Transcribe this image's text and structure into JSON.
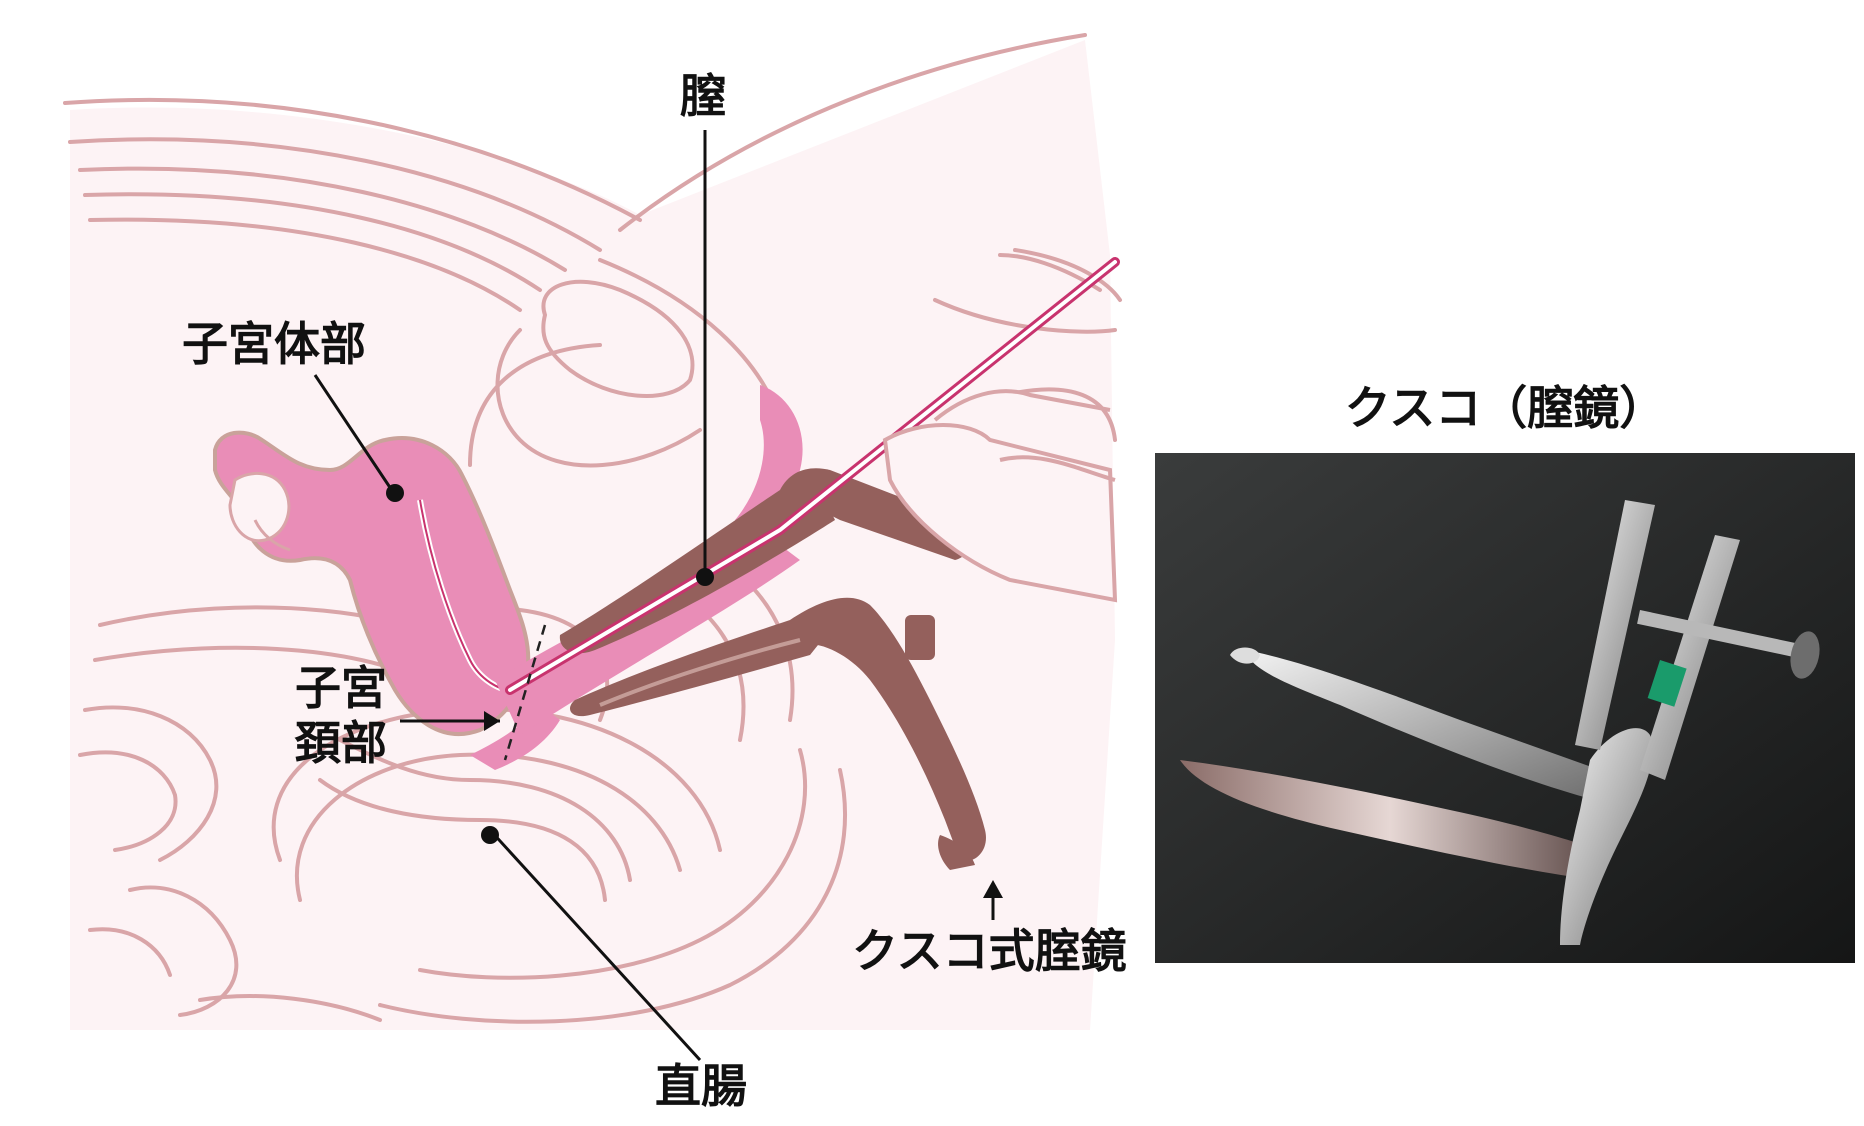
{
  "labels": {
    "vagina": "膣",
    "uterine_body": "子宮体部",
    "cervix_line1": "子宮",
    "cervix_line2": "頚部",
    "speculum": "クスコ式腟鏡",
    "rectum": "直腸"
  },
  "photo": {
    "title": "クスコ（膣鏡）"
  },
  "colors": {
    "background_fill": "#fdf3f5",
    "outline": "#d9a5a8",
    "uterus": "#e98db7",
    "speculum": "#94605c",
    "instrument": "#c8336e",
    "photo_bg": "#1f2121",
    "green_band": "#1a9b6b"
  },
  "icons": [
    "pointer-dot-icon",
    "arrow-right-icon",
    "arrow-up-icon"
  ]
}
